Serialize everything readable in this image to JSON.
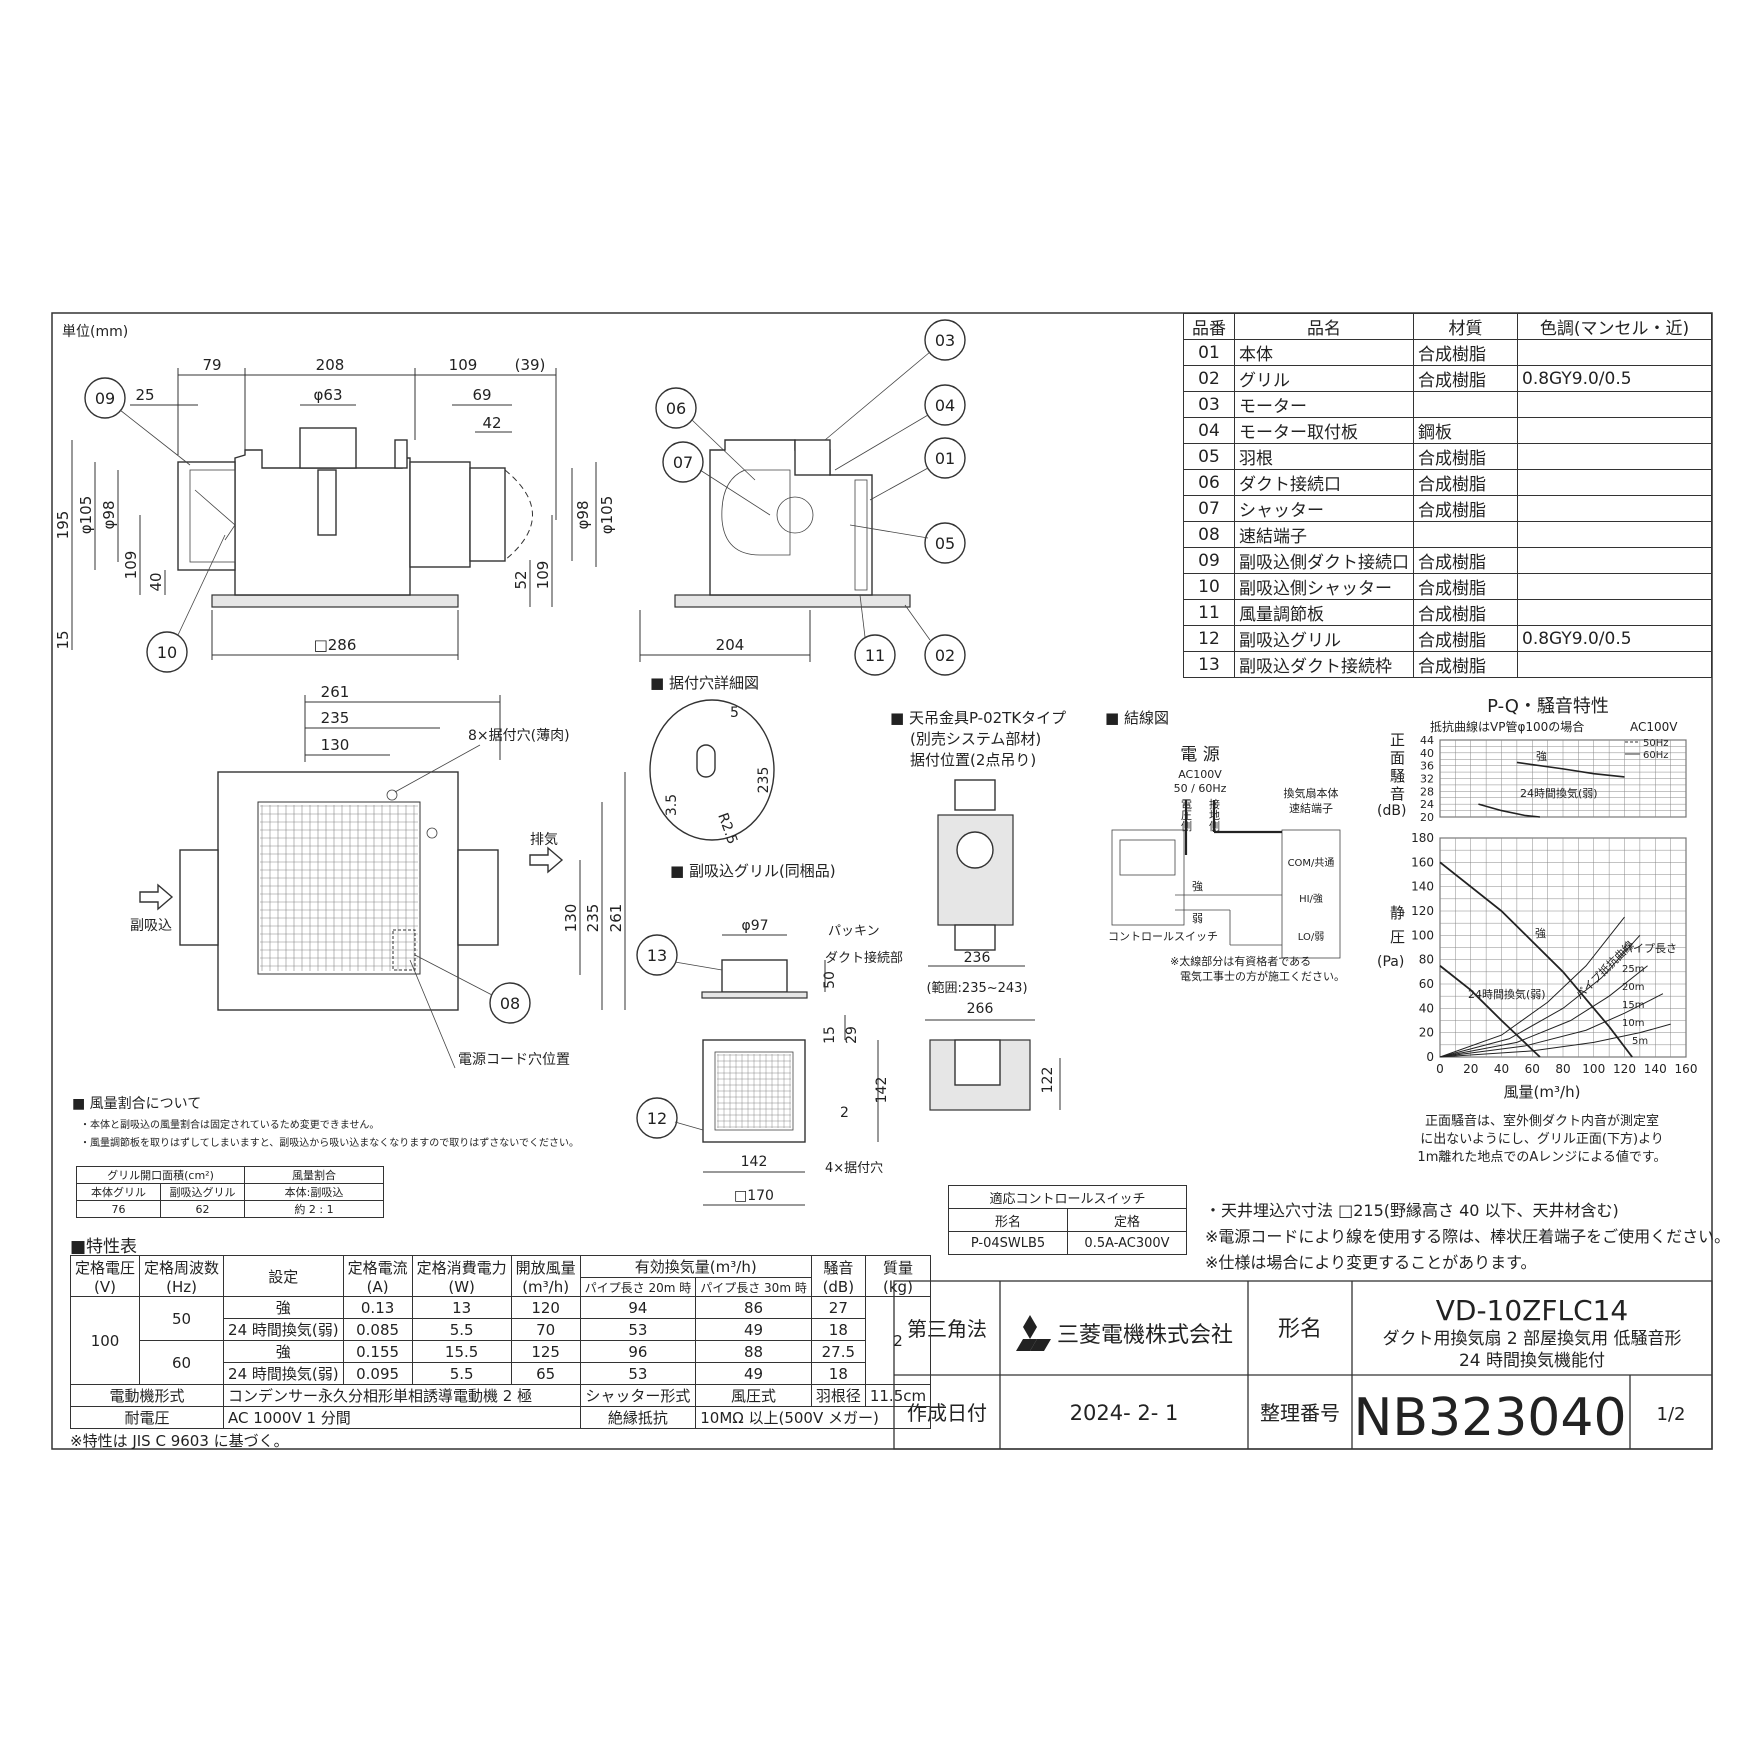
{
  "unit_label": "単位(mm)",
  "parts_table": {
    "headers": [
      "品番",
      "品名",
      "材質",
      "色調(マンセル・近)"
    ],
    "rows": [
      [
        "01",
        "本体",
        "合成樹脂",
        ""
      ],
      [
        "02",
        "グリル",
        "合成樹脂",
        "0.8GY9.0/0.5"
      ],
      [
        "03",
        "モーター",
        "",
        ""
      ],
      [
        "04",
        "モーター取付板",
        "鋼板",
        ""
      ],
      [
        "05",
        "羽根",
        "合成樹脂",
        ""
      ],
      [
        "06",
        "ダクト接続口",
        "合成樹脂",
        ""
      ],
      [
        "07",
        "シャッター",
        "合成樹脂",
        ""
      ],
      [
        "08",
        "速結端子",
        "",
        ""
      ],
      [
        "09",
        "副吸込側ダクト接続口",
        "合成樹脂",
        ""
      ],
      [
        "10",
        "副吸込側シャッター",
        "合成樹脂",
        ""
      ],
      [
        "11",
        "風量調節板",
        "合成樹脂",
        ""
      ],
      [
        "12",
        "副吸込グリル",
        "合成樹脂",
        "0.8GY9.0/0.5"
      ],
      [
        "13",
        "副吸込ダクト接続枠",
        "合成樹脂",
        ""
      ]
    ]
  },
  "front_view": {
    "dims": [
      "79",
      "208",
      "109",
      "(39)",
      "25",
      "φ63",
      "69",
      "42",
      "195",
      "φ105",
      "φ98",
      "109",
      "40",
      "15",
      "□286",
      "φ98",
      "φ105",
      "52",
      "109"
    ],
    "callouts": [
      "09",
      "10"
    ]
  },
  "side_view": {
    "callouts": [
      "03",
      "04",
      "06",
      "07",
      "01",
      "05",
      "11",
      "02"
    ],
    "dim": "204"
  },
  "plan_view": {
    "dims": [
      "261",
      "235",
      "130",
      "130",
      "235",
      "261"
    ],
    "hole_label": "8×据付穴(薄肉)",
    "intake": "副吸込",
    "exhaust": "排気",
    "callout": "08",
    "cord_label": "電源コード穴位置"
  },
  "mount_detail": {
    "title": "■ 据付穴詳細図",
    "dims": [
      "5",
      "235",
      "3.5",
      "R2.5"
    ]
  },
  "sub_grille": {
    "title": "■ 副吸込グリル(同梱品)",
    "labels": [
      "パッキン",
      "ダクト接続部",
      "φ97",
      "50",
      "15",
      "29",
      "142",
      "2",
      "142",
      "□170",
      "4×据付穴"
    ],
    "callouts": [
      "13",
      "12"
    ]
  },
  "ceiling_mount": {
    "title": "■ 天吊金具P-02TKタイプ",
    "sub1": "(別売システム部材)",
    "sub2": "据付位置(2点吊り)",
    "dims": [
      "236",
      "(範囲:235~243)",
      "266",
      "122"
    ]
  },
  "wiring": {
    "title": "■ 結線図",
    "power": "電 源",
    "power_spec1": "AC100V",
    "power_spec2": "50 / 60Hz",
    "live": "電圧側",
    "ground": "接地側",
    "unit": "換気扇本体",
    "terminal": "速結端子",
    "com": "COM/共通",
    "hi": "HI/強",
    "lo": "LO/弱",
    "strong": "強",
    "weak": "弱",
    "switch": "コントロールスイッチ",
    "note1": "※太線部分は有資格者である",
    "note2": "電気工事士の方が施工ください。"
  },
  "pq_chart": {
    "title": "P-Q・騒音特性",
    "subtitle": "抵抗曲線はVP管φ100の場合",
    "power": "AC100V",
    "legend": [
      "50Hz",
      "60Hz"
    ],
    "noise_ylabel_chars": [
      "正",
      "面",
      "騒",
      "音"
    ],
    "noise_unit": "(dB)",
    "noise_ticks": [
      "44",
      "40",
      "36",
      "32",
      "28",
      "24",
      "20"
    ],
    "noise_strong": "強",
    "noise_24h": "24時間換気(弱)",
    "pressure_ylabel_chars": [
      "静",
      "圧"
    ],
    "pressure_unit": "(Pa)",
    "pressure_ticks": [
      "180",
      "160",
      "140",
      "120",
      "100",
      "80",
      "60",
      "40",
      "20",
      "0"
    ],
    "x_ticks": [
      "0",
      "20",
      "40",
      "60",
      "80",
      "100",
      "120",
      "140",
      "160"
    ],
    "xlabel": "風量(m³/h)",
    "strong": "強",
    "h24": "24時間換気(弱)",
    "pipe_len": "パイプ長さ",
    "pipe_curve": "パイプ抵抗曲線",
    "pipe_lengths": [
      "25m",
      "20m",
      "15m",
      "10m",
      "5m"
    ],
    "note1": "正面騒音は、室外側ダクト内音が測定室",
    "note2": "に出ないようにし、グリル正面(下方)より",
    "note3": "1m離れた地点でのAレンジによる値です。"
  },
  "chart_data": [
    {
      "type": "line",
      "title": "",
      "xlabel": "風量(m³/h)",
      "ylabel": "正面騒音 (dB)",
      "xlim": [
        0,
        160
      ],
      "ylim": [
        20,
        44
      ],
      "series": [
        {
          "name": "強",
          "x": [
            50,
            80,
            100,
            120
          ],
          "y": [
            37,
            35,
            33.5,
            32.5
          ]
        },
        {
          "name": "24時間換気(弱)",
          "x": [
            25,
            40,
            55,
            65
          ],
          "y": [
            24,
            22,
            20.5,
            20
          ]
        }
      ]
    },
    {
      "type": "line",
      "title": "",
      "xlabel": "風量(m³/h)",
      "ylabel": "静圧 (Pa)",
      "xlim": [
        0,
        160
      ],
      "ylim": [
        0,
        180
      ],
      "series": [
        {
          "name": "強",
          "x": [
            0,
            40,
            80,
            110,
            125
          ],
          "y": [
            160,
            120,
            70,
            25,
            0
          ]
        },
        {
          "name": "24時間換気(弱)",
          "x": [
            0,
            20,
            40,
            55,
            65
          ],
          "y": [
            75,
            55,
            30,
            12,
            0
          ]
        },
        {
          "name": "25m",
          "x": [
            0,
            40,
            70,
            95,
            120
          ],
          "y": [
            0,
            18,
            45,
            75,
            115
          ]
        },
        {
          "name": "20m",
          "x": [
            0,
            45,
            80,
            105,
            130
          ],
          "y": [
            0,
            15,
            40,
            65,
            100
          ]
        },
        {
          "name": "15m",
          "x": [
            0,
            50,
            85,
            110,
            135
          ],
          "y": [
            0,
            12,
            30,
            50,
            75
          ]
        },
        {
          "name": "10m",
          "x": [
            0,
            55,
            95,
            120,
            145
          ],
          "y": [
            0,
            9,
            22,
            36,
            52
          ]
        },
        {
          "name": "5m",
          "x": [
            0,
            60,
            100,
            130,
            150
          ],
          "y": [
            0,
            5,
            12,
            20,
            27
          ]
        }
      ]
    }
  ],
  "flow_ratio": {
    "title": "■ 風量割合について",
    "note1": "・本体と副吸込の風量割合は固定されているため変更できません。",
    "note2": "・風量調節板を取りはずしてしまいますと、副吸込から吸い込まなくなりますので取りはずさないでください。",
    "col1": "グリル開口面積(cm²)",
    "col2": "風量割合",
    "sub1": "本体グリル",
    "sub2": "副吸込グリル",
    "sub3": "本体:副吸込",
    "v1": "76",
    "v2": "62",
    "v3": "約 2 : 1"
  },
  "switch_table": {
    "title": "適応コントロールスイッチ",
    "h1": "形名",
    "h2": "定格",
    "v1": "P-04SWLB5",
    "v2": "0.5A-AC300V"
  },
  "notes": {
    "n1": "・天井埋込穴寸法 □215(野縁高さ 40 以下、天井材含む)",
    "n2": "※電源コードにより線を使用する際は、棒状圧着端子をご使用ください。",
    "n3": "※仕様は場合により変更することがあります。"
  },
  "spec": {
    "title": "■特性表",
    "h": [
      "定格電圧",
      "(V)",
      "定格周波数",
      "(Hz)",
      "設定",
      "定格電流",
      "(A)",
      "定格消費電力",
      "(W)",
      "開放風量",
      "(m³/h)",
      "有効換気量(m³/h)",
      "パイプ長さ 20m 時",
      "パイプ長さ 30m 時",
      "騒音",
      "(dB)",
      "質量",
      "(kg)"
    ],
    "voltage": "100",
    "mass": "2",
    "rows": [
      {
        "hz": "50",
        "set": "強",
        "a": "0.13",
        "w": "13",
        "open": "120",
        "p20": "94",
        "p30": "86",
        "db": "27"
      },
      {
        "hz": "",
        "set": "24 時間換気(弱)",
        "a": "0.085",
        "w": "5.5",
        "open": "70",
        "p20": "53",
        "p30": "49",
        "db": "18"
      },
      {
        "hz": "60",
        "set": "強",
        "a": "0.155",
        "w": "15.5",
        "open": "125",
        "p20": "96",
        "p30": "88",
        "db": "27.5"
      },
      {
        "hz": "",
        "set": "24 時間換気(弱)",
        "a": "0.095",
        "w": "5.5",
        "open": "65",
        "p20": "53",
        "p30": "49",
        "db": "18"
      }
    ],
    "motor_l": "電動機形式",
    "motor_v": "コンデンサー永久分相形単相誘導電動機 2 極",
    "shutter_l": "シャッター形式",
    "shutter_v": "風圧式",
    "blade_l": "羽根径",
    "blade_v": "11.5cm",
    "volt_l": "耐電圧",
    "volt_v": "AC 1000V 1 分間",
    "ins_l": "絶縁抵抗",
    "ins_v": "10MΩ 以上(500V メガー)",
    "jis": "※特性は JIS C 9603 に基づく。"
  },
  "title_block": {
    "projection": "第三角法",
    "company": "三菱電機株式会社",
    "model_label": "形名",
    "model": "VD-10ZFLC14",
    "desc1": "ダクト用換気扇 2 部屋換気用 低騒音形",
    "desc2": "24 時間換気機能付",
    "date_label": "作成日付",
    "date": "2024- 2- 1",
    "doc_label": "整理番号",
    "doc_no": "NB323040",
    "page": "1/2"
  }
}
